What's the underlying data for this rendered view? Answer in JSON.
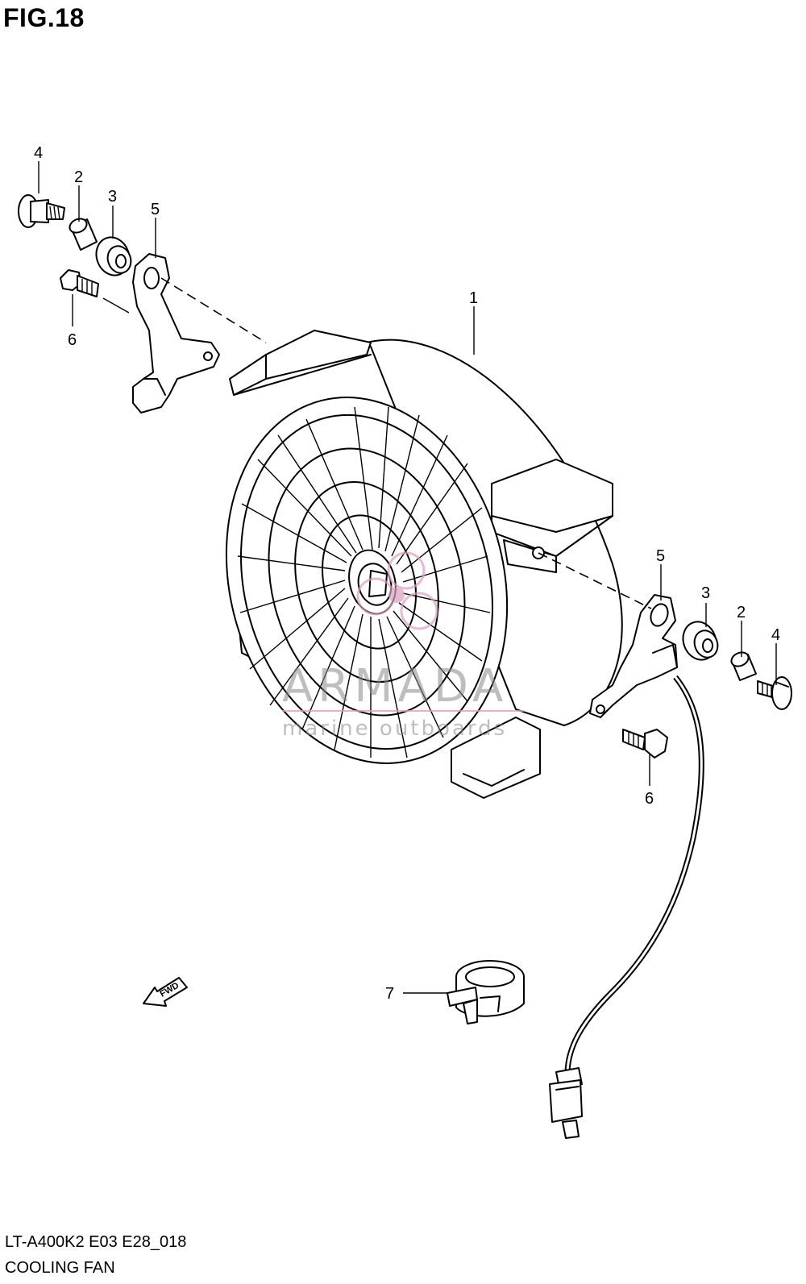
{
  "figure": {
    "title": "FIG.18"
  },
  "footer": {
    "code": "LT-A400K2 E03 E28_018",
    "title": "COOLING FAN"
  },
  "callouts": {
    "c1": "1",
    "c2_left": "2",
    "c3_left": "3",
    "c4_left": "4",
    "c5_left": "5",
    "c6_left": "6",
    "c2_right": "2",
    "c3_right": "3",
    "c4_right": "4",
    "c5_right": "5",
    "c6_right": "6",
    "c7": "7"
  },
  "fwd_arrow": {
    "label": "FWD"
  },
  "watermark": {
    "brand": "ARMADA",
    "tagline": "marine outboards",
    "color": "#d9a0c0"
  }
}
